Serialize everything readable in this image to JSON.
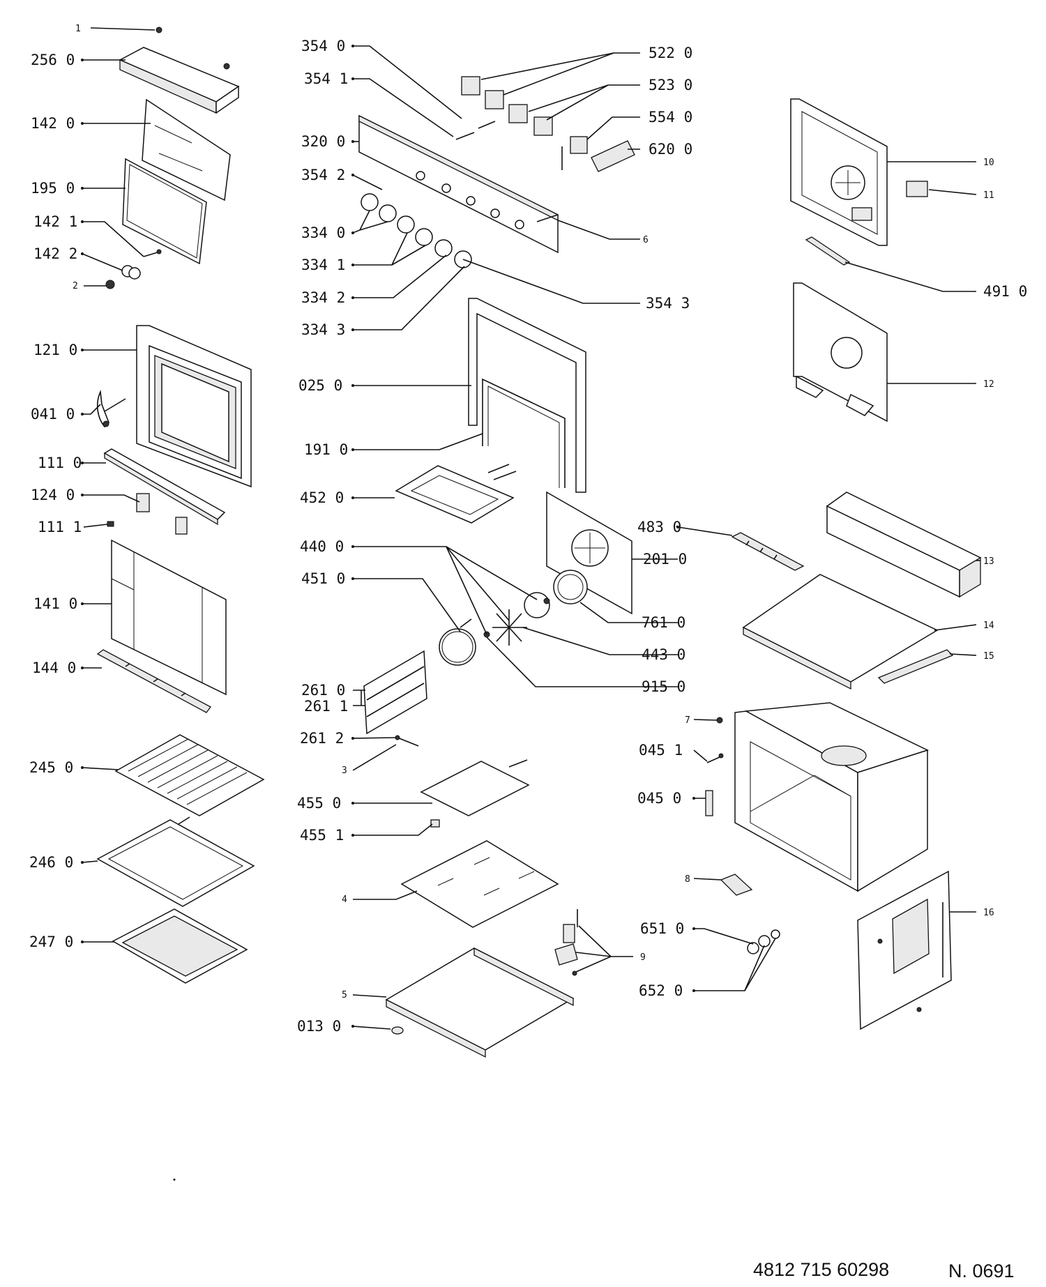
{
  "footer": {
    "part_number": "4812 715 60298",
    "code": "N. 0691"
  },
  "callouts": {
    "c_1": "1",
    "c_256": "256  0",
    "c_142_0": "142  0",
    "c_195": "195  0",
    "c_142_1": "142  1",
    "c_142_2": "142  2",
    "c_2": "2",
    "c_121": "121  0",
    "c_041": "041  0",
    "c_111_0": "111  0",
    "c_124": "124  0",
    "c_111_1": "111  1",
    "c_141": "141  0",
    "c_144": "144  0",
    "c_245": "245  0",
    "c_246": "246  0",
    "c_247": "247  0",
    "c_354_0": "354  0",
    "c_354_1": "354  1",
    "c_320": "320  0",
    "c_354_2": "354  2",
    "c_334_0": "334  0",
    "c_334_1": "334  1",
    "c_334_2": "334  2",
    "c_334_3": "334  3",
    "c_025": "025  0",
    "c_191": "191  0",
    "c_452": "452  0",
    "c_440": "440  0",
    "c_451": "451  0",
    "c_261_0": "261  0",
    "c_261_1": "261  1",
    "c_261_2": "261  2",
    "c_3": "3",
    "c_455_0": "455  0",
    "c_455_1": "455  1",
    "c_4": "4",
    "c_5": "5",
    "c_013": "013  0",
    "c_522": "522  0",
    "c_523": "523  0",
    "c_554": "554  0",
    "c_620": "620  0",
    "c_6": "6",
    "c_354_3": "354  3",
    "c_483": "483  0",
    "c_201": "201  0",
    "c_761": "761  0",
    "c_443": "443  0",
    "c_915": "915  0",
    "c_10": "10",
    "c_11": "11",
    "c_491": "491  0",
    "c_12": "12",
    "c_13": "13",
    "c_14": "14",
    "c_15": "15",
    "c_7": "7",
    "c_045_1": "045  1",
    "c_045_0": "045  0",
    "c_8": "8",
    "c_16": "16",
    "c_651": "651  0",
    "c_652": "652  0",
    "c_9": "9"
  }
}
